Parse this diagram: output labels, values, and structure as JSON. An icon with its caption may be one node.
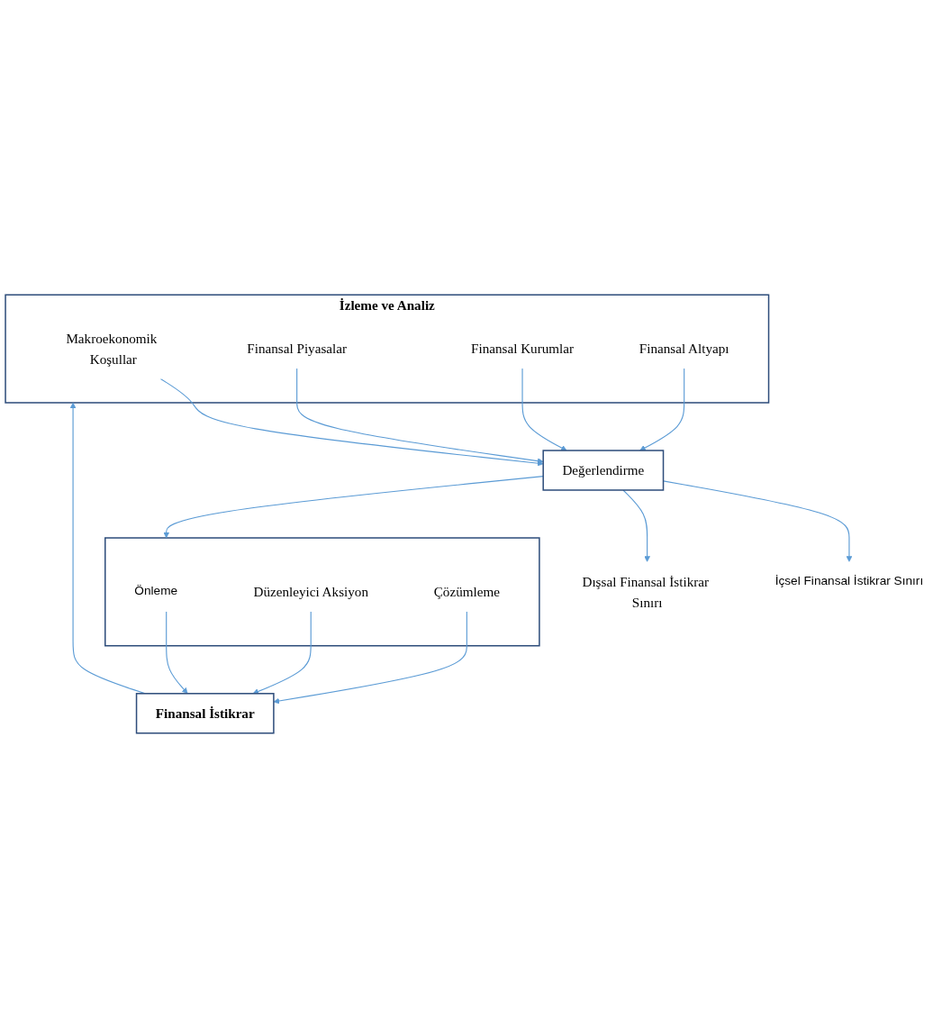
{
  "diagram": {
    "nodes": [
      {
        "text": [
          "İzleme ve Analiz"
        ]
      },
      {
        "text": [
          "Makroekonomik Koşullar"
        ],
        "in": 0
      },
      {
        "text": [
          "Finansal Piyasalar"
        ],
        "in": 0
      },
      {
        "text": [
          "Finansal Kurumlar"
        ],
        "in": 0
      },
      {
        "text": [
          "Finansal Altyapı"
        ],
        "in": 0
      },
      {
        "text": [
          "Değerlendirme"
        ]
      },
      {
        "text": [
          "İçsel Finansal İstikrar Sınırı"
        ]
      },
      {
        "text": [
          "Dışsal Finansal İstikrar Sınırı"
        ]
      },
      {
        "text": [],
        "shape": "box"
      },
      {
        "text": [
          "Önleme"
        ],
        "in": 8
      },
      {
        "text": [
          "Düzenleyici Aksiyon"
        ],
        "in": 8
      },
      {
        "text": [
          "Çözümleme"
        ],
        "in": 8
      },
      {
        "text": [
          "Finansal İstikrar"
        ]
      }
    ],
    "edges": [
      {
        "from": 1,
        "to": 5,
        "arrow": "to"
      },
      {
        "from": 2,
        "to": 5,
        "arrow": "to"
      },
      {
        "from": 3,
        "to": 5,
        "arrow": "to"
      },
      {
        "from": 4,
        "to": 5,
        "arrow": "to"
      },
      {
        "from": 5,
        "to": 6,
        "arrow": "to"
      },
      {
        "from": 5,
        "to": 8,
        "arrow": "to"
      },
      {
        "from": 5,
        "to": 7,
        "arrow": "to"
      },
      {
        "from": 9,
        "to": 12,
        "arrow": "to"
      },
      {
        "from": 10,
        "to": 12,
        "arrow": "to"
      },
      {
        "from": 11,
        "to": 12,
        "arrow": "to"
      },
      {
        "from": 12,
        "to": 0,
        "arrow": "to"
      }
    ]
  }
}
